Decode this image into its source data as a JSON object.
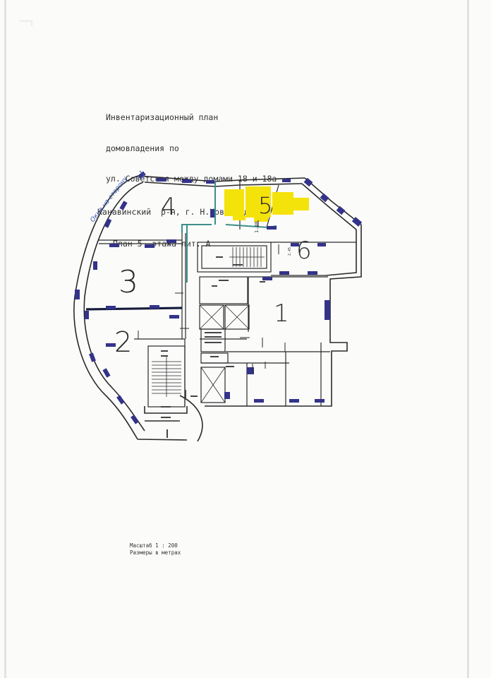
{
  "header": {
    "line1": "Инвентаризационный план",
    "line2": "домовладения по",
    "line3": "ул. Советская между домами 18 и 18а",
    "line4": "Канавинский  р-н, г. Н.Новгород",
    "line5": "План 5  этажа лит. А"
  },
  "rooms": {
    "r1": "1",
    "r2": "2",
    "r3": "3",
    "r4": "4",
    "r5": "5",
    "r6": "6"
  },
  "annotations": {
    "side_note": "Окна на сторону",
    "dim_148": "1.48",
    "dim_245": "2.45"
  },
  "footer": {
    "scale": "Масштаб 1 : 200",
    "units": "Размеры в метрах"
  },
  "colors": {
    "ink": "#2a2a2a",
    "window_blue": "#33338a",
    "partition_teal": "#3b8f8a",
    "highlight_yellow": "#f4e20b",
    "pen_blue": "#3a5ab0"
  }
}
